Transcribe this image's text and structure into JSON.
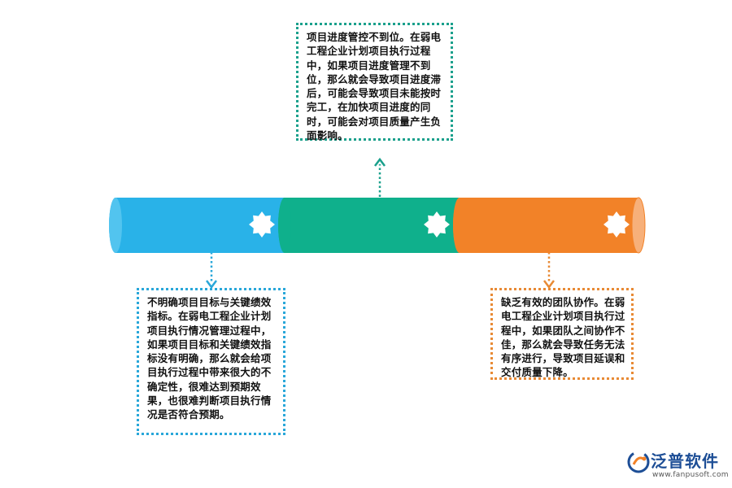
{
  "colors": {
    "blue": "#29b2e8",
    "green": "#0fb08c",
    "orange": "#f28228",
    "blue_border": "#29a7d9",
    "green_border": "#1aa08c",
    "orange_border": "#e88a35",
    "logo": "#1d4e96"
  },
  "segments": [
    {
      "name": "segment-1",
      "color": "blue",
      "icon": "star-burst-icon"
    },
    {
      "name": "segment-2",
      "color": "green",
      "icon": "star-burst-icon"
    },
    {
      "name": "segment-3",
      "color": "orange",
      "icon": "star-burst-icon"
    }
  ],
  "boxes": {
    "top": "项目进度管控不到位。在弱电工程企业计划项目执行过程中，如果项目进度管理不到位，那么就会导致项目进度滞后，可能会导致项目未能按时完工，在加快项目进度的同时，可能会对项目质量产生负面影响。",
    "left": "不明确项目目标与关键绩效指标。在弱电工程企业计划项目执行情况管理过程中，如果项目目标和关键绩效指标没有明确，那么就会给项目执行过程中带来很大的不确定性，很难达到预期效果，也很难判断项目执行情况是否符合预期。",
    "right": "缺乏有效的团队协作。在弱电工程企业计划项目执行过程中，如果团队之间协作不佳，那么就会导致任务无法有序进行，导致项目延误和交付质量下降。"
  },
  "logo": {
    "name": "泛普软件",
    "url": "www.fanpusoft.com"
  }
}
